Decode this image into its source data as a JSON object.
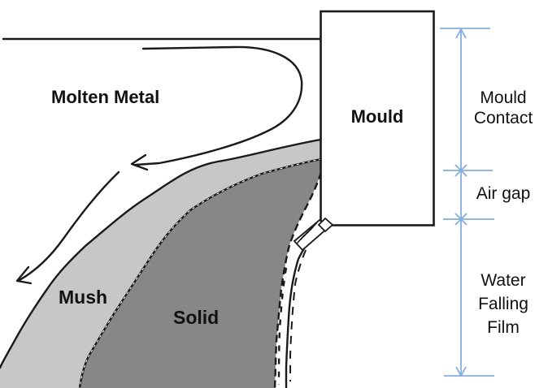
{
  "diagram": {
    "region_labels": {
      "molten_metal": "Molten Metal",
      "mould": "Mould",
      "mush": "Mush",
      "solid": "Solid"
    },
    "dimension_labels": {
      "mould_contact": "Mould\nContact",
      "air_gap": "Air gap",
      "water_falling_film": "Water\nFalling\nFilm"
    },
    "colors": {
      "mush_fill": "#c7c7c7",
      "solid_fill": "#878787",
      "dimension_line": "#85aede",
      "outline": "#1a1a1a",
      "background": "#ffffff"
    }
  }
}
